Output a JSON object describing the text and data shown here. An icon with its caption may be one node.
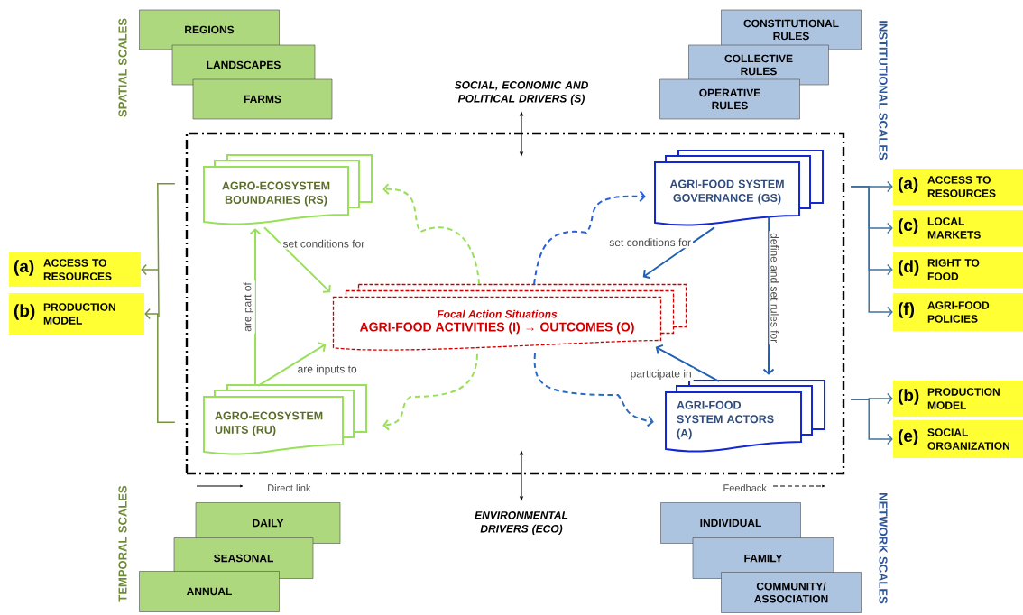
{
  "diagram": {
    "nodes": [
      {
        "text": [
          "REGIONS"
        ]
      },
      {
        "text": [
          "LANDSCAPES"
        ]
      },
      {
        "text": [
          "FARMS"
        ]
      },
      {
        "text": [
          "CONSTITUTIONAL RULES"
        ]
      },
      {
        "text": [
          "COLLECTIVE RULES"
        ]
      },
      {
        "text": [
          "OPERATIVE RULES"
        ]
      },
      {
        "text": [
          "SOCIAL, ECONOMIC AND POLITICAL DRIVERS (S)"
        ]
      },
      {
        "text": [],
        "shape": "box"
      },
      {
        "text": [
          "AGRO-ECOSYSTEM BOUNDARIES (RS)"
        ],
        "in": 7
      },
      {
        "text": [
          "AGRI-FOOD SYSTEM GOVERNANCE (GS)"
        ],
        "in": 7
      },
      {
        "text": [
          "(a)",
          "ACCESS TO RESOURCES"
        ]
      },
      {
        "text": [
          "(c)",
          "LOCAL MARKETS"
        ]
      },
      {
        "text": [
          "(d)",
          "RIGHT TO FOOD"
        ]
      },
      {
        "text": [
          "(f)",
          "AGRI-FOOD POLICIES"
        ]
      },
      {
        "text": [
          "(a)",
          "ACCESS TO RESOURCES"
        ]
      },
      {
        "text": [
          "(b)",
          "PRODUCTION MODEL"
        ]
      },
      {
        "text": [
          "Focal Action Situations",
          "AGRI-FOOD ACTIVITIES (I) → OUTCOMES (O)"
        ],
        "in": 7
      },
      {
        "text": [
          "AGRO-ECOSYSTEM UNITS (RU)"
        ],
        "in": 7
      },
      {
        "text": [
          "AGRI-FOOD SYSTEM ACTORS (A)"
        ],
        "in": 7
      },
      {
        "text": [
          "(b)",
          "PRODUCTION MODEL"
        ]
      },
      {
        "text": [
          "(e)",
          "SOCIAL ORGANIZATION"
        ]
      },
      {
        "text": [
          "ENVIRONMENTAL DRIVERS (ECO)"
        ]
      },
      {
        "text": [
          "DAILY"
        ]
      },
      {
        "text": [
          "SEASONAL"
        ]
      },
      {
        "text": [
          "ANNUAL"
        ]
      },
      {
        "text": [
          "INDIVIDUAL"
        ]
      },
      {
        "text": [
          "FAMILY"
        ]
      },
      {
        "text": [
          "COMMUNITY/ ASSOCIATION"
        ]
      }
    ],
    "edges": [
      {
        "from": 8,
        "to": 16,
        "arrow": "to",
        "label": "set conditions for",
        "color": "#99e05a"
      },
      {
        "from": 17,
        "to": 8,
        "arrow": "to",
        "label": "are part of",
        "color": "#99e05a"
      },
      {
        "from": 17,
        "to": 16,
        "arrow": "to",
        "label": "are inputs to",
        "color": "#99e05a"
      },
      {
        "from": 9,
        "to": 16,
        "arrow": "to",
        "label": "set conditions for",
        "color": "#1f5fb4"
      },
      {
        "from": 9,
        "to": 18,
        "arrow": "to",
        "label": "define and set rules for",
        "color": "#1f5fb4"
      },
      {
        "from": 18,
        "to": 16,
        "arrow": "to",
        "label": "participate in",
        "color": "#1f5fb4"
      },
      {
        "from": 16,
        "to": 8,
        "arrow": "to",
        "style": "dashed",
        "color": "#99e05a"
      },
      {
        "from": 16,
        "to": 17,
        "arrow": "to",
        "style": "dashed",
        "color": "#99e05a"
      },
      {
        "from": 16,
        "to": 9,
        "arrow": "to",
        "style": "dashed",
        "color": "#2a5fd6"
      },
      {
        "from": 16,
        "to": 18,
        "arrow": "to",
        "style": "dashed",
        "color": "#2a6bc0"
      },
      {
        "from": 7,
        "to": 10,
        "arrow": "to",
        "color": "#41719c"
      },
      {
        "from": 7,
        "to": 11,
        "arrow": "to",
        "color": "#41719c"
      },
      {
        "from": 7,
        "to": 12,
        "arrow": "to",
        "color": "#41719c"
      },
      {
        "from": 7,
        "to": 13,
        "arrow": "to",
        "color": "#41719c"
      },
      {
        "from": 7,
        "to": 19,
        "arrow": "to",
        "color": "#41719c"
      },
      {
        "from": 7,
        "to": 20,
        "arrow": "to",
        "color": "#41719c"
      },
      {
        "from": 7,
        "to": 14,
        "arrow": "to",
        "color": "#76923c"
      },
      {
        "from": 7,
        "to": 15,
        "arrow": "to",
        "color": "#76923c"
      },
      {
        "from": 6,
        "to": 7,
        "arrow": "both",
        "color": "#000000"
      },
      {
        "from": 21,
        "to": 7,
        "arrow": "both",
        "color": "#000000"
      }
    ],
    "labels": [
      "SPATIAL SCALES",
      "INSTITUTIONAL SCALES",
      "TEMPORAL SCALES",
      "NETWORK SCALES"
    ],
    "legend": [
      {
        "text": "Direct link"
      },
      {
        "text": "Feedback"
      }
    ]
  }
}
